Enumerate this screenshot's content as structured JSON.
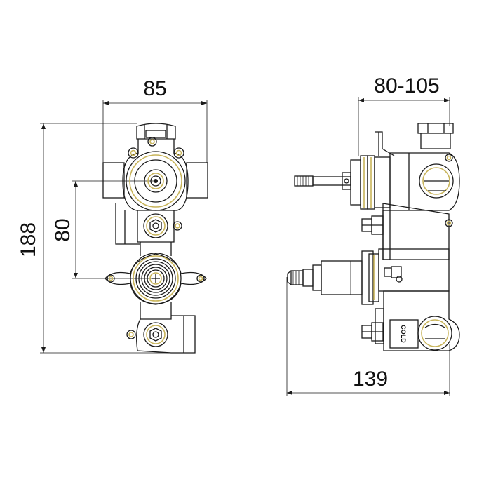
{
  "dimensions": {
    "front_width": "85",
    "side_depth": "80-105",
    "total_height": "188",
    "inlet_spacing": "80",
    "total_depth": "139"
  },
  "labels": {
    "cold": "COLD"
  },
  "colors": {
    "line": "#1a1a1a",
    "accent": "#c8b45a",
    "background": "#ffffff"
  }
}
